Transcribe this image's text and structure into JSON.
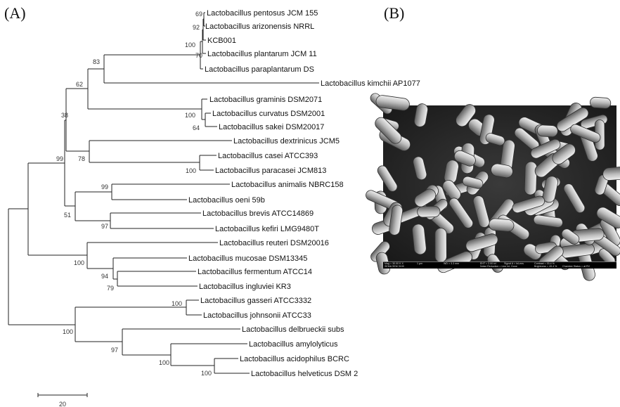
{
  "panels": {
    "a_label": "(A)",
    "b_label": "(B)"
  },
  "tree": {
    "taxa": [
      "Lactobacillus pentosus JCM 155",
      "Lactobacillus arizonensis NRRL",
      "KCB001",
      "Lactobacillus plantarum JCM 11",
      "Lactobacillus paraplantarum DS",
      "Lactobacillus kimchii AP1077",
      "Lactobacillus graminis DSM2071",
      "Lactobacillus curvatus DSM2001",
      "Lactobacillus sakei DSM20017",
      "Lactobacillus dextrinicus JCM5",
      "Lactobacillus casei ATCC393",
      "Lactobacillus paracasei JCM813",
      "Lactobacillus animalis NBRC158",
      "Lactobacillus oeni 59b",
      "Lactobacillus brevis ATCC14869",
      "Lactobacillus kefiri LMG9480T",
      "Lactobacillus reuteri DSM20016",
      "Lactobacillus mucosae DSM13345",
      "Lactobacillus fermentum ATCC14",
      "Lactobacillus ingluviei KR3",
      "Lactobacillus gasseri ATCC3332",
      "Lactobacillus johnsonii ATCC33",
      "Lactobacillus delbrueckii subs",
      "Lactobacillus amylolyticus",
      "Lactobacillus acidophilus BCRC",
      "Lactobacillus helveticus DSM 2"
    ],
    "bootstrap": [
      "69",
      "92",
      "100",
      "70",
      "83",
      "62",
      "100",
      "64",
      "38",
      "78",
      "100",
      "99",
      "99",
      "51",
      "97",
      "100",
      "94",
      "79",
      "100",
      "100",
      "97",
      "100",
      "100"
    ],
    "scale_bar": "20"
  },
  "sem": {
    "info": [
      "Mag = 30.00 K X",
      "1 µm",
      "WD = 3.3 mm",
      "EHT = 2.00 kV",
      "Signal A = InLens",
      "Contrast = 33.4 %",
      "SEMA SEM 3100",
      "Noise Reduction = Line Int. Done",
      "Brightness = 49.4 %",
      "Chamber Status = at RV"
    ]
  }
}
